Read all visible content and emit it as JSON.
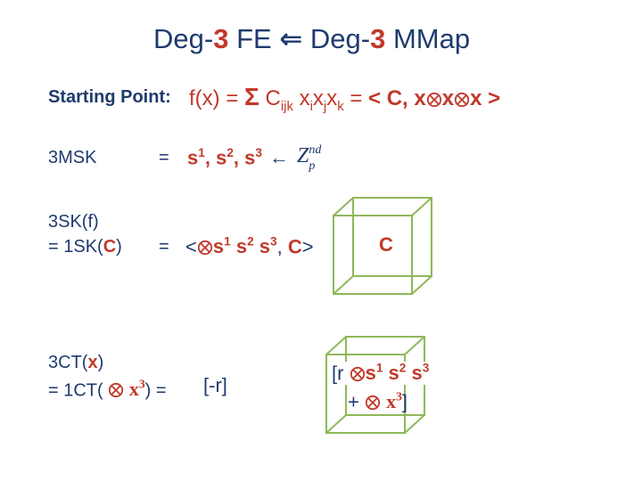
{
  "title": {
    "left_pre": "Deg-",
    "left_num": "3",
    "left_post": " FE",
    "arrow": "⇐",
    "right_pre": "Deg-",
    "right_num": "3",
    "right_post": " MMap"
  },
  "starting_point": {
    "label": "Starting Point:",
    "lhs": "f(x) = ",
    "sigma": "Σ",
    "C": "C",
    "ijk": "ijk",
    "x": "x",
    "i": "i",
    "j": "j",
    "k": "k",
    "eq": " = ",
    "lt": "< ",
    "Ccomma": "C, ",
    "gt": " >"
  },
  "msk": {
    "label": "3MSK",
    "eq": "=",
    "s": "s",
    "sup1": "1",
    "sup2": "2",
    "sup3": "3",
    "comma": ", ",
    "arrow": "←",
    "Z": "Z",
    "Z_sup": "nd",
    "Z_sub": "p"
  },
  "sk": {
    "label_line1": "3SK(f)",
    "label_line2_pre": "= 1SK(",
    "label_line2_C": "C",
    "label_line2_post": ")",
    "eq": "=",
    "lt": "<",
    "comma": ", ",
    "C": "C",
    "gt": ">",
    "cube_label": "C"
  },
  "ct": {
    "label_line1_pre": "3CT(",
    "label_line1_x": "x",
    "label_line1_post": ")",
    "label_line2_pre": "= 1CT(",
    "x3": "x",
    "x3_sup": "3",
    "label_line2_post": ") =",
    "r_text": "[-r]",
    "cube_r": "[r ",
    "cube_plus": "+ ",
    "cube_end": "]"
  },
  "colors": {
    "red": "#c0392b",
    "navy": "#1f3a6e",
    "cube": "#8fb85a"
  }
}
